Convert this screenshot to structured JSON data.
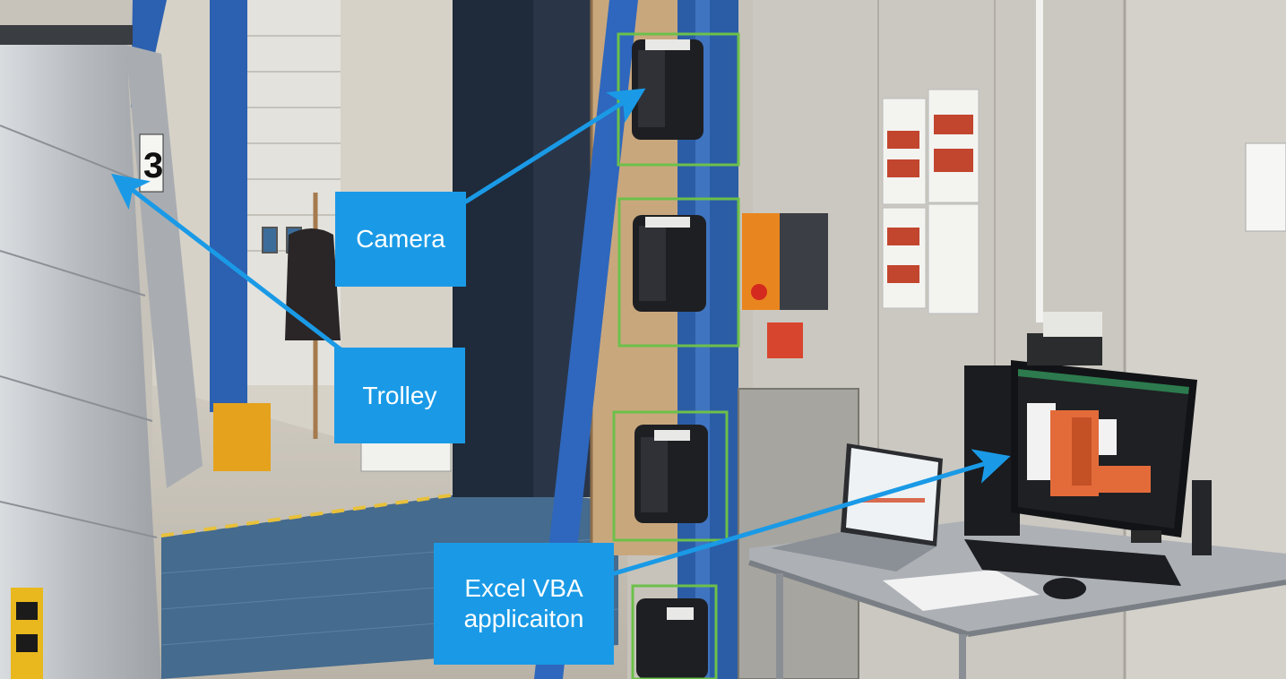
{
  "annotations": {
    "camera_label": "Camera",
    "trolley_label": "Trolley",
    "excel_label_line1": "Excel VBA",
    "excel_label_line2": "applicaiton",
    "callout_color": "#1a9ae6",
    "box_color": "#6cc04a"
  },
  "scene": {
    "aisle_sign_number": "3"
  }
}
